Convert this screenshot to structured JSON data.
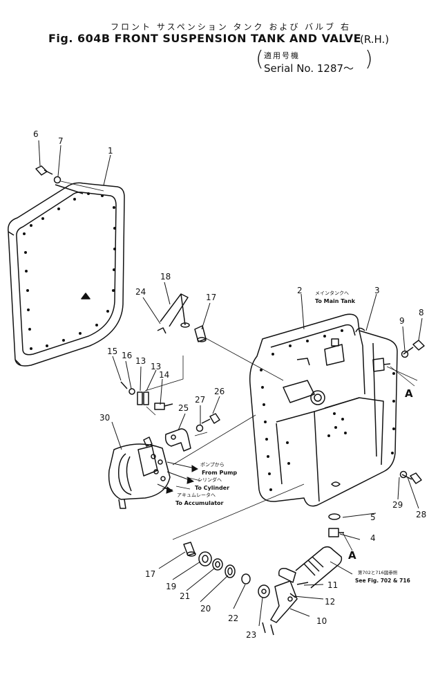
{
  "header": {
    "title_jp": "フロント サスペンション タンク および バルブ 右",
    "title_en": "Fig. 604B FRONT SUSPENSION TANK AND VALVE",
    "side": "(R.H.)",
    "serial_jp": "適用号機",
    "serial_en": "Serial No. 1287～"
  },
  "callouts": [
    {
      "id": "p1",
      "text": "1"
    },
    {
      "id": "p2",
      "text": "2"
    },
    {
      "id": "p3",
      "text": "3"
    },
    {
      "id": "p4",
      "text": "4"
    },
    {
      "id": "p5",
      "text": "5"
    },
    {
      "id": "p6",
      "text": "6"
    },
    {
      "id": "p7",
      "text": "7"
    },
    {
      "id": "p8",
      "text": "8"
    },
    {
      "id": "p9",
      "text": "9"
    },
    {
      "id": "p10",
      "text": "10"
    },
    {
      "id": "p11",
      "text": "11"
    },
    {
      "id": "p12",
      "text": "12"
    },
    {
      "id": "p13a",
      "text": "13"
    },
    {
      "id": "p13b",
      "text": "13"
    },
    {
      "id": "p14",
      "text": "14"
    },
    {
      "id": "p15",
      "text": "15"
    },
    {
      "id": "p16",
      "text": "16"
    },
    {
      "id": "p17a",
      "text": "17"
    },
    {
      "id": "p17b",
      "text": "17"
    },
    {
      "id": "p18",
      "text": "18"
    },
    {
      "id": "p19",
      "text": "19"
    },
    {
      "id": "p20",
      "text": "20"
    },
    {
      "id": "p21",
      "text": "21"
    },
    {
      "id": "p22",
      "text": "22"
    },
    {
      "id": "p23",
      "text": "23"
    },
    {
      "id": "p24",
      "text": "24"
    },
    {
      "id": "p25",
      "text": "25"
    },
    {
      "id": "p26",
      "text": "26"
    },
    {
      "id": "p27",
      "text": "27"
    },
    {
      "id": "p28",
      "text": "28"
    },
    {
      "id": "p29",
      "text": "29"
    },
    {
      "id": "p30",
      "text": "30"
    },
    {
      "id": "ref_a1",
      "text": "A"
    },
    {
      "id": "ref_a2",
      "text": "A"
    }
  ],
  "annotations": {
    "main_tank_jp": "メインタンクへ",
    "main_tank_en": "To Main Tank",
    "from_pump_jp": "ポンプから",
    "from_pump_en": "From Pump",
    "to_cylinder_jp": "シリンダへ",
    "to_cylinder_en": "To Cylinder",
    "to_accum_jp": "アキュムレータへ",
    "to_accum_en": "To Accumulator",
    "see_fig_jp": "第702と716図参照",
    "see_fig_en": "See Fig. 702 & 716"
  }
}
